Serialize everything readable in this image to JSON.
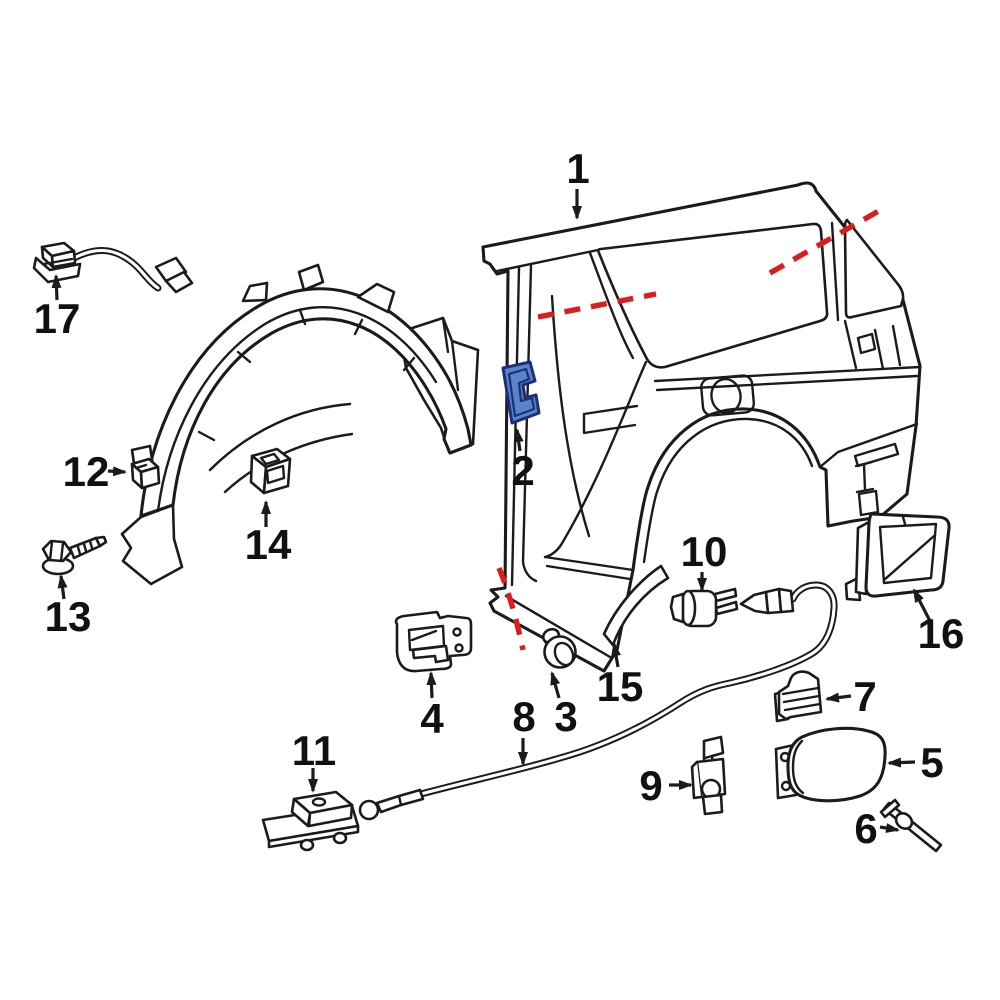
{
  "colors": {
    "background": "#ffffff",
    "line": "#1b1b1b",
    "red_dash": "#dd1d1d",
    "highlight_fill": "#5b82cc",
    "highlight_stroke": "#1d3073",
    "label": "#111111"
  },
  "callouts": [
    {
      "number": "1",
      "part": "quarter-panel"
    },
    {
      "number": "2",
      "part": "pillar-pad-highlighted"
    },
    {
      "number": "3",
      "part": "grommet"
    },
    {
      "number": "4",
      "part": "mount-bracket"
    },
    {
      "number": "5",
      "part": "fuel-filler-door"
    },
    {
      "number": "6",
      "part": "hinge-pin"
    },
    {
      "number": "7",
      "part": "cushion-clip"
    },
    {
      "number": "8",
      "part": "release-cable"
    },
    {
      "number": "9",
      "part": "cable-bracket"
    },
    {
      "number": "10",
      "part": "cable-grommet"
    },
    {
      "number": "11",
      "part": "release-lever"
    },
    {
      "number": "12",
      "part": "liner-clip"
    },
    {
      "number": "13",
      "part": "screw"
    },
    {
      "number": "14",
      "part": "nut"
    },
    {
      "number": "15",
      "part": "seal-strip"
    },
    {
      "number": "16",
      "part": "filler-housing"
    },
    {
      "number": "17",
      "part": "wire-harness"
    }
  ]
}
